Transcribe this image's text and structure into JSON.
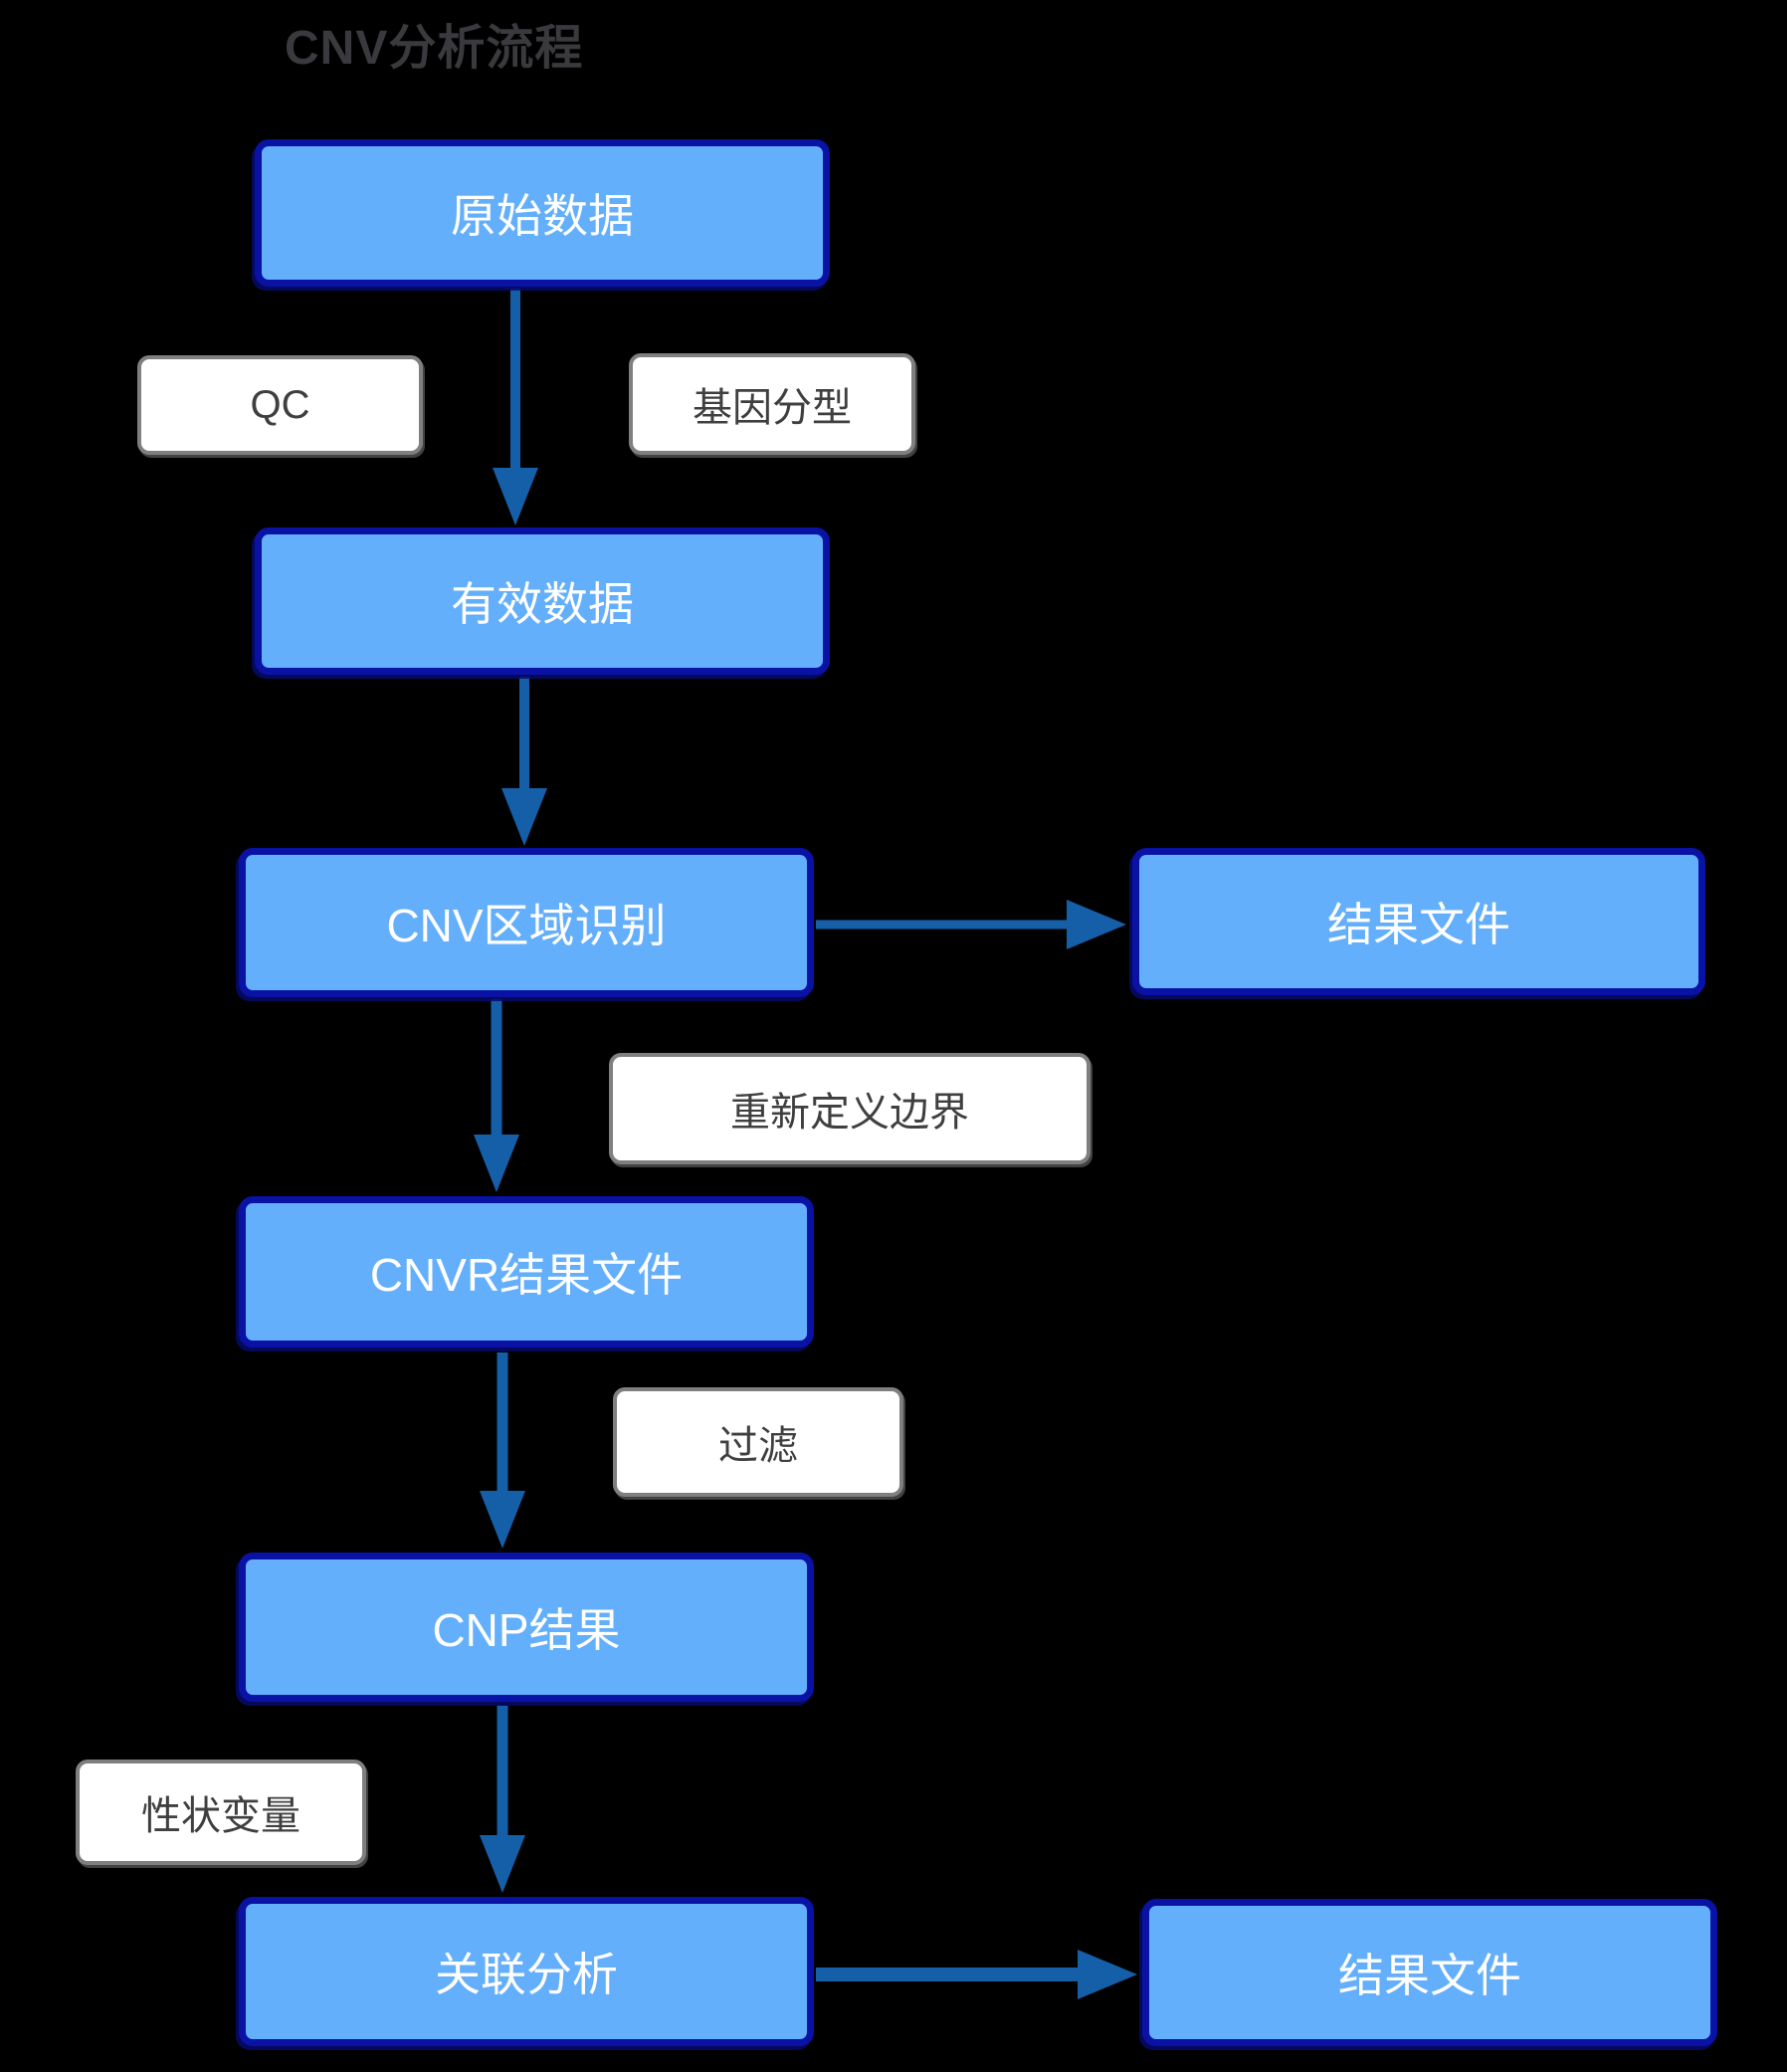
{
  "title": "CNV分析流程",
  "colors": {
    "background": "#000000",
    "node_fill": "#64AFFB",
    "node_border": "#0912A5",
    "node_text": "#FFFFFF",
    "label_fill": "#FFFFFF",
    "label_border": "#7F7F7F",
    "label_text": "#3F3F3F",
    "arrow": "#155FA8",
    "title_text": "#3A3A3E"
  },
  "nodes": {
    "raw_data": "原始数据",
    "valid_data": "有效数据",
    "cnv_region": "CNV区域识别",
    "result_file_mid": "结果文件",
    "cnvr_result": "CNVR结果文件",
    "cnp_result": "CNP结果",
    "association": "关联分析",
    "result_file_bottom": "结果文件"
  },
  "process_labels": {
    "qc": "QC",
    "genotyping": "基因分型",
    "redefine_boundary": "重新定义边界",
    "filter": "过滤",
    "trait_variable": "性状变量"
  },
  "edges": [
    {
      "from": "原始数据",
      "to": "有效数据",
      "labels": [
        "QC",
        "基因分型"
      ]
    },
    {
      "from": "有效数据",
      "to": "CNV区域识别",
      "labels": []
    },
    {
      "from": "CNV区域识别",
      "to": "结果文件",
      "labels": []
    },
    {
      "from": "CNV区域识别",
      "to": "CNVR结果文件",
      "labels": [
        "重新定义边界"
      ]
    },
    {
      "from": "CNVR结果文件",
      "to": "CNP结果",
      "labels": [
        "过滤"
      ]
    },
    {
      "from": "CNP结果",
      "to": "关联分析",
      "labels": [
        "性状变量"
      ]
    },
    {
      "from": "关联分析",
      "to": "结果文件",
      "labels": []
    }
  ]
}
